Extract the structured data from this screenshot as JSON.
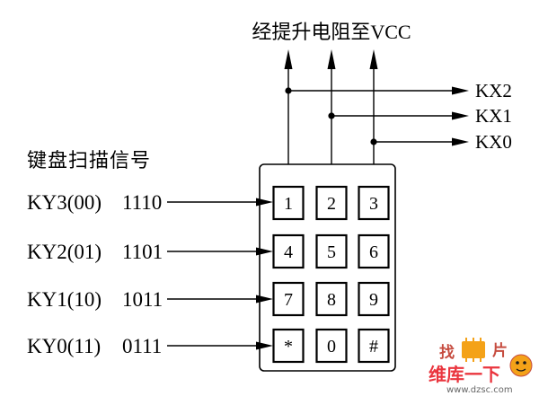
{
  "title": "经提升电阻至VCC",
  "scan_label": "键盘扫描信号",
  "columns": [
    {
      "name": "KX2"
    },
    {
      "name": "KX1"
    },
    {
      "name": "KX0"
    }
  ],
  "rows": [
    {
      "name": "KY3(00)",
      "code": "1110"
    },
    {
      "name": "KY2(01)",
      "code": "1101"
    },
    {
      "name": "KY1(10)",
      "code": "1011"
    },
    {
      "name": "KY0(11)",
      "code": "0111"
    }
  ],
  "keys": [
    [
      "1",
      "2",
      "3"
    ],
    [
      "4",
      "5",
      "6"
    ],
    [
      "7",
      "8",
      "9"
    ],
    [
      "*",
      "0",
      "#"
    ]
  ],
  "watermark": {
    "logo_top_left": "找",
    "logo_top_right": "片",
    "brand": "维库一下",
    "url": "www.dzsc.com"
  },
  "colors": {
    "ink": "#000000",
    "background": "#ffffff",
    "watermark_red": "#e8202a",
    "watermark_orange": "#f39800"
  }
}
